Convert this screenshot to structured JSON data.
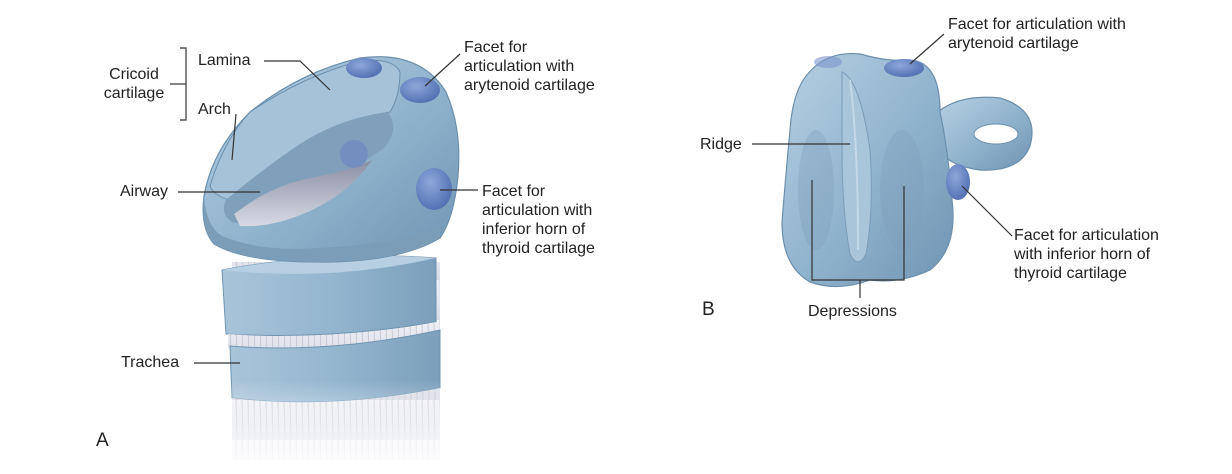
{
  "panels": {
    "a": {
      "letter": "A",
      "labels": {
        "cricoid_cartilage": "Cricoid\ncartilage",
        "lamina": "Lamina",
        "arch": "Arch",
        "airway": "Airway",
        "trachea": "Trachea",
        "facet_arytenoid": "Facet for\narticulation with\narytenoid cartilage",
        "facet_thyroid": "Facet for\narticulation with\ninferior horn of\nthyroid cartilage"
      }
    },
    "b": {
      "letter": "B",
      "labels": {
        "ridge": "Ridge",
        "depressions": "Depressions",
        "facet_arytenoid": "Facet for articulation with\narytenoid cartilage",
        "facet_thyroid": "Facet for articulation\nwith inferior horn of\nthyroid cartilage"
      }
    }
  },
  "colors": {
    "cartilage": "#8fb2cc",
    "cartilage_light": "#b4cde0",
    "cartilage_dark": "#6e93b1",
    "facet": "#5f7fc0",
    "trachea_fiber": "#e6e6ef",
    "leader_line": "#333333"
  }
}
